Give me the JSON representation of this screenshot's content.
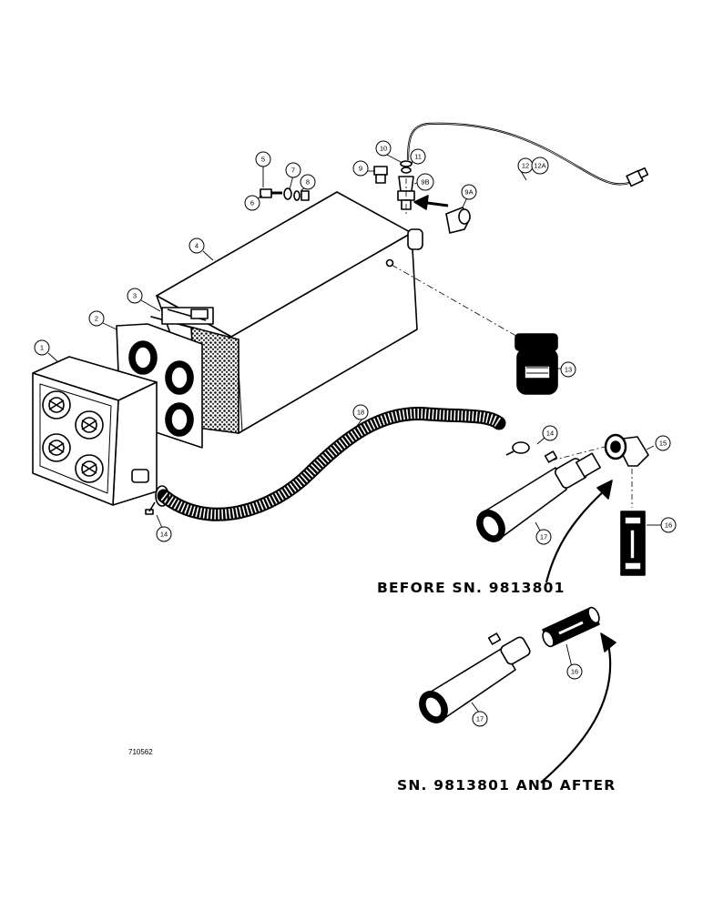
{
  "diagram": {
    "reference_number": "710562",
    "captions": {
      "before": "BEFORE SN. 9813801",
      "after": "SN. 9813801 AND AFTER"
    },
    "callouts": {
      "c1": "1",
      "c2": "2",
      "c3": "3",
      "c4": "4",
      "c5": "5",
      "c6": "6",
      "c7": "7",
      "c8": "8",
      "c9": "9",
      "c9a": "9A",
      "c9b": "9B",
      "c10": "10",
      "c11": "11",
      "c12": "12",
      "c12a": "12A",
      "c13": "13",
      "c14a": "14",
      "c14b": "14",
      "c15": "15",
      "c16a": "16",
      "c16b": "16",
      "c17a": "17",
      "c17b": "17",
      "c18": "18"
    }
  }
}
